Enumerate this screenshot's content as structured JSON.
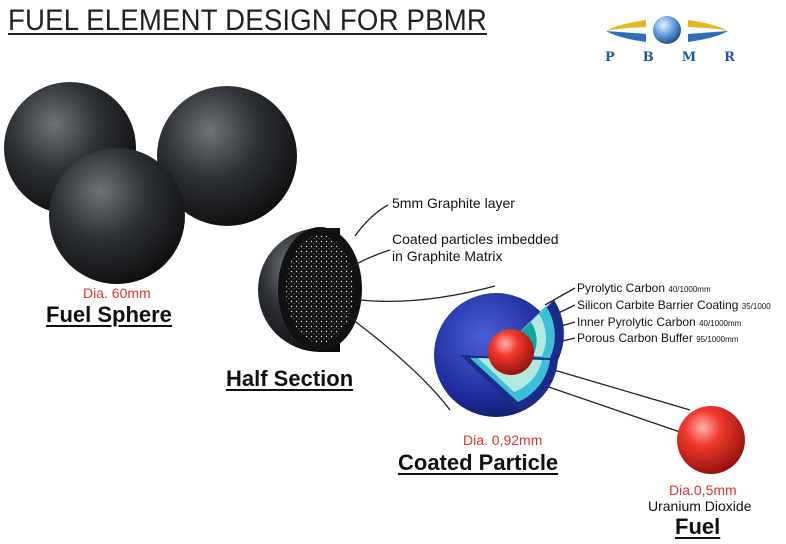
{
  "title": "FUEL ELEMENT DESIGN FOR PBMR",
  "logo": {
    "letters": [
      "P",
      "B",
      "M",
      "R"
    ]
  },
  "fuel_sphere": {
    "diameter": "Dia. 60mm",
    "label": "Fuel Sphere"
  },
  "half_section": {
    "label": "Half Section",
    "graphite_layer": "5mm Graphite layer",
    "coated_line1": "Coated particles imbedded",
    "coated_line2": "in Graphite Matrix"
  },
  "coated_particle": {
    "diameter": "Dia. 0,92mm",
    "label": "Coated Particle",
    "layers": [
      {
        "name": "Pyrolytic Carbon",
        "thickness": "40/1000mm"
      },
      {
        "name": "Silicon Carbite Barrier Coating",
        "thickness": "35/1000"
      },
      {
        "name": "Inner Pyrolytic Carbon",
        "thickness": "40/1000mm"
      },
      {
        "name": "Porous Carbon Buffer",
        "thickness": "95/1000mm"
      }
    ]
  },
  "fuel": {
    "diameter": "Dia.0,5mm",
    "material": "Uranium Dioxide",
    "label": "Fuel"
  }
}
